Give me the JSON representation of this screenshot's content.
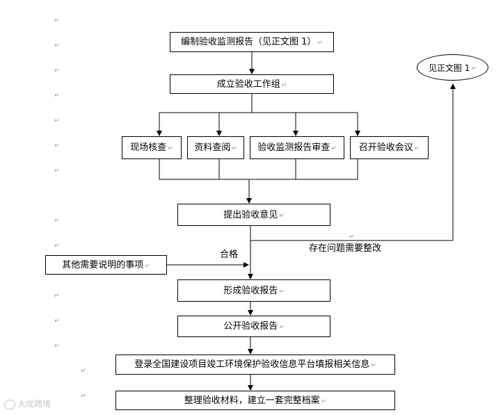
{
  "paragraph_mark": "↵",
  "nodes": {
    "compile": "编制验收监测报告（见正文图 1）",
    "see_figure": "见正文图 1",
    "establish": "成立验收工作组",
    "site_check": "现场核查",
    "doc_review": "资料查阅",
    "report_review": "验收监测报告审查",
    "convene": "召开验收会议",
    "opinions": "提出验收意见",
    "other": "其他需要说明的事项",
    "form_report": "形成验收报告",
    "publish": "公开验收报告",
    "register": "登录全国建设项目竣工环境保护验收信息平台填报相关信息",
    "archive": "整理验收材料，建立一套完整档案"
  },
  "edge_labels": {
    "pass": "合格",
    "rectify": "存在问题需要整改"
  },
  "watermark": "大成跨境"
}
